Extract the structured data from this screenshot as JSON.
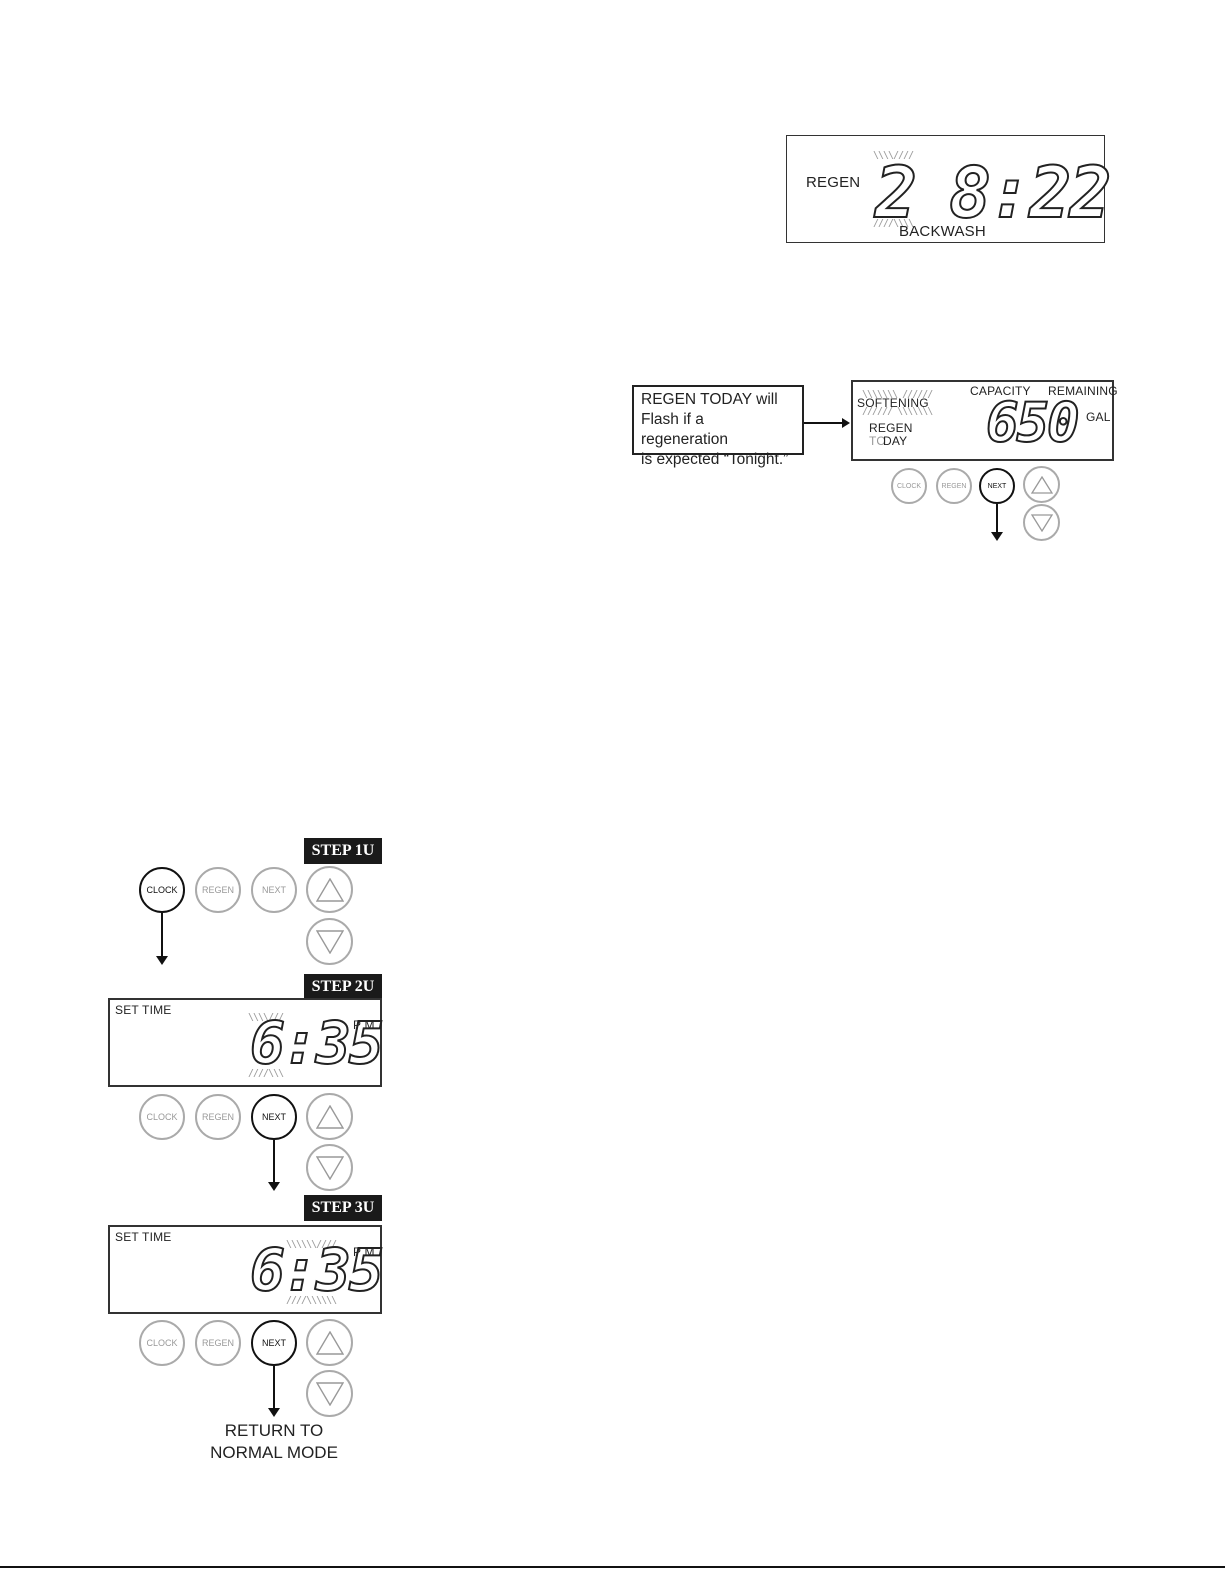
{
  "display_top": {
    "left_label": "REGEN",
    "digit": "2",
    "time": "8:22",
    "bottom_label": "BACKWASH"
  },
  "display_mid": {
    "callout": {
      "line1": "REGEN TODAY will",
      "line2": "Flash if a regeneration",
      "line3": "is expected “Tonight.”"
    },
    "softening": "SOFTENING",
    "regen": "REGEN",
    "today_to": "TO",
    "today_day": "DAY",
    "capacity": "CAPACITY",
    "remaining": "REMAINING",
    "value": "650",
    "unit": "GAL"
  },
  "buttons": {
    "clock": "CLOCK",
    "regen": "REGEN",
    "next": "NEXT"
  },
  "steps": {
    "step1": "STEP 1U",
    "step2": "STEP 2U",
    "step3": "STEP 3U"
  },
  "set_time": {
    "label": "SET TIME",
    "time": "6:35",
    "ampm": "P M"
  },
  "return_text": {
    "line1": "RETURN TO",
    "line2": "NORMAL MODE"
  },
  "icons": {
    "up": "up-triangle-icon",
    "down": "down-triangle-icon",
    "arrow": "arrow-down-icon"
  }
}
